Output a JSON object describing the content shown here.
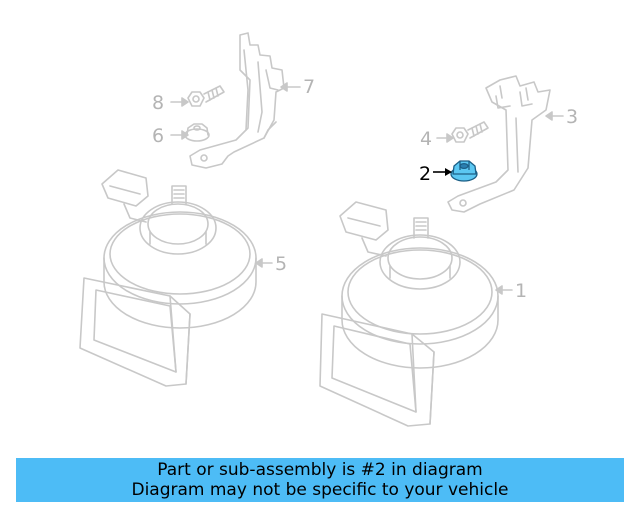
{
  "callouts": {
    "c1": "1",
    "c2": "2",
    "c3": "3",
    "c4": "4",
    "c5": "5",
    "c6": "6",
    "c7": "7",
    "c8": "8"
  },
  "highlight_color": "#5bc7f2",
  "banner": {
    "line1": "Part or sub-assembly is #2 in diagram",
    "line2": "Diagram may not be specific to your vehicle",
    "background": "#4dbcf6"
  }
}
